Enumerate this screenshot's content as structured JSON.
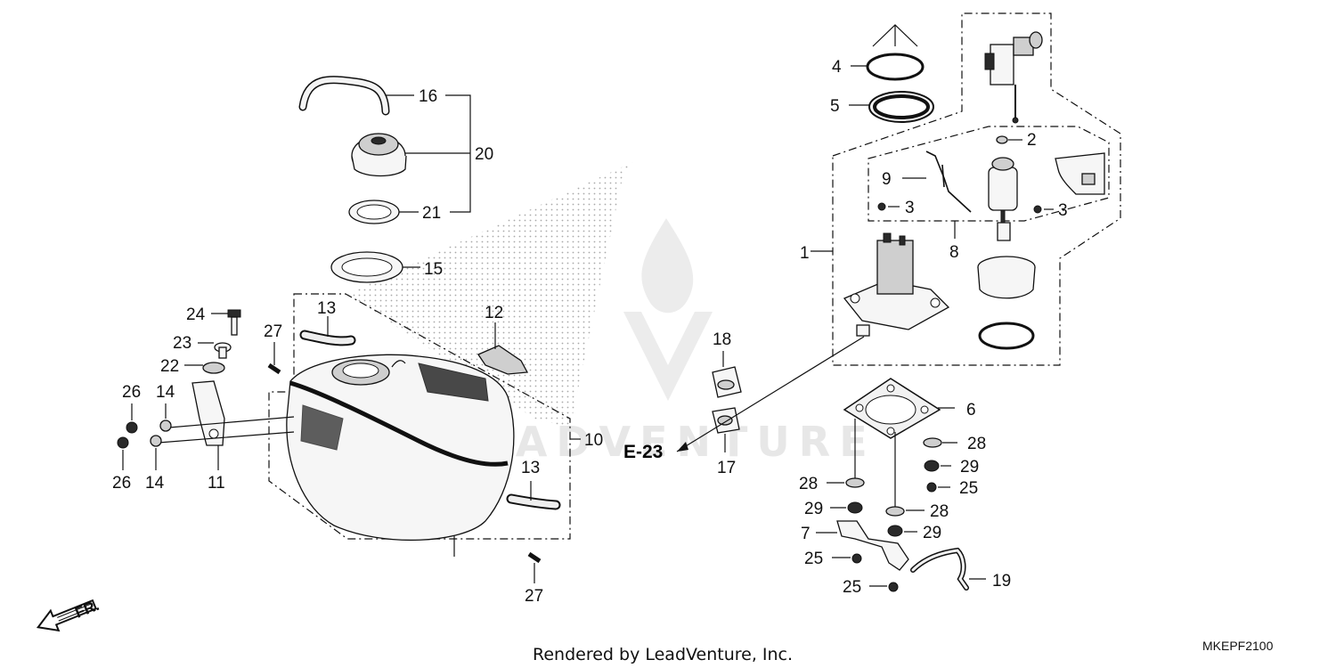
{
  "labels": {
    "p1": "1",
    "p2": "2",
    "p3a": "3",
    "p3b": "3",
    "p4": "4",
    "p5": "5",
    "p6": "6",
    "p7": "7",
    "p8": "8",
    "p9": "9",
    "p10": "10",
    "p11": "11",
    "p12": "12",
    "p13a": "13",
    "p13b": "13",
    "p14a": "14",
    "p14b": "14",
    "p15": "15",
    "p16": "16",
    "p17": "17",
    "p18": "18",
    "p19": "19",
    "p20": "20",
    "p21": "21",
    "p22": "22",
    "p23": "23",
    "p24": "24",
    "p25a": "25",
    "p25b": "25",
    "p25c": "25",
    "p26a": "26",
    "p26b": "26",
    "p27a": "27",
    "p27b": "27",
    "p28a": "28",
    "p28b": "28",
    "p28c": "28",
    "p29a": "29",
    "p29b": "29",
    "p29c": "29"
  },
  "reference": "E-23",
  "direction": "FR.",
  "footer": "Rendered by LeadVenture, Inc.",
  "diagram_code": "MKEPF2100",
  "watermark": "LEADVENTURE"
}
